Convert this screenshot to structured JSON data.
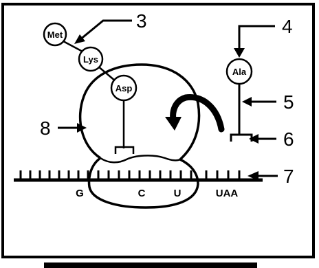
{
  "diagram": {
    "amino_acids": {
      "met": "Met",
      "lys": "Lys",
      "asp": "Asp",
      "ala": "Ala"
    },
    "bases": {
      "g": "G",
      "c": "C",
      "u": "U",
      "stop": "UAA"
    },
    "labels": {
      "n3": "3",
      "n4": "4",
      "n5": "5",
      "n6": "6",
      "n7": "7",
      "n8": "8"
    }
  }
}
